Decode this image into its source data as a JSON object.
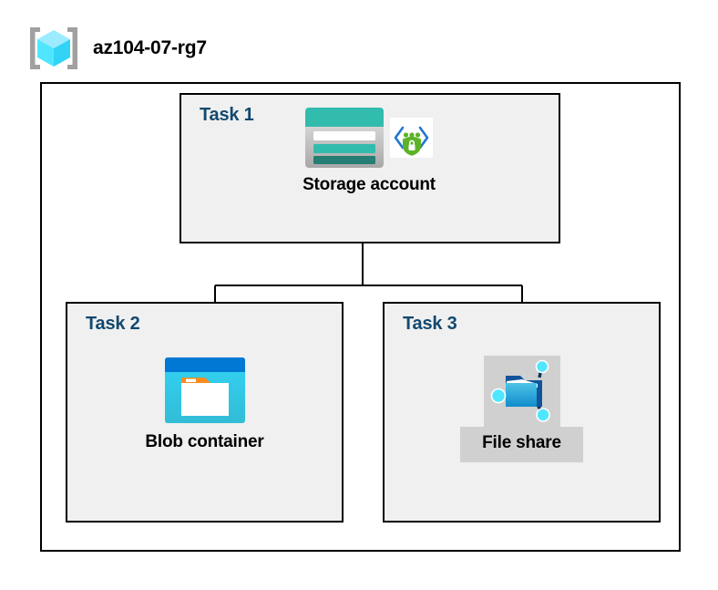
{
  "header": {
    "title": "az104-07-rg7",
    "icon": "resource-group-icon"
  },
  "diagram": {
    "boundary_label": "resource-group-boundary",
    "tasks": [
      {
        "label": "Task 1",
        "node": {
          "caption": "Storage account",
          "icons": [
            "storage-account-icon",
            "secure-endpoint-icon"
          ],
          "highlighted": false
        }
      },
      {
        "label": "Task 2",
        "node": {
          "caption": "Blob container",
          "icons": [
            "blob-container-icon"
          ],
          "highlighted": false
        }
      },
      {
        "label": "Task 3",
        "node": {
          "caption": "File share",
          "icons": [
            "file-share-icon"
          ],
          "highlighted": true
        }
      }
    ],
    "connections": [
      {
        "from": "Storage account",
        "to": "Blob container"
      },
      {
        "from": "Storage account",
        "to": "File share"
      }
    ]
  },
  "colors": {
    "task_label": "#13486E",
    "box_fill": "#F0F0F0",
    "box_border": "#000000",
    "page_background": "#FFFFFF",
    "selection_highlight": "#D0D0D0",
    "storage_teal": "#32BCAD",
    "storage_teal_dark": "#257D73",
    "blob_blue": "#0078D4",
    "blob_cyan": "#32D4F5",
    "blob_orange": "#F78D1E",
    "file_share_blue": "#32B0E7",
    "file_share_node": "#50E6FF",
    "shield_green": "#5CB327",
    "cube_cyan": "#9CEBFF",
    "bracket_gray": "#A0A0A0"
  }
}
